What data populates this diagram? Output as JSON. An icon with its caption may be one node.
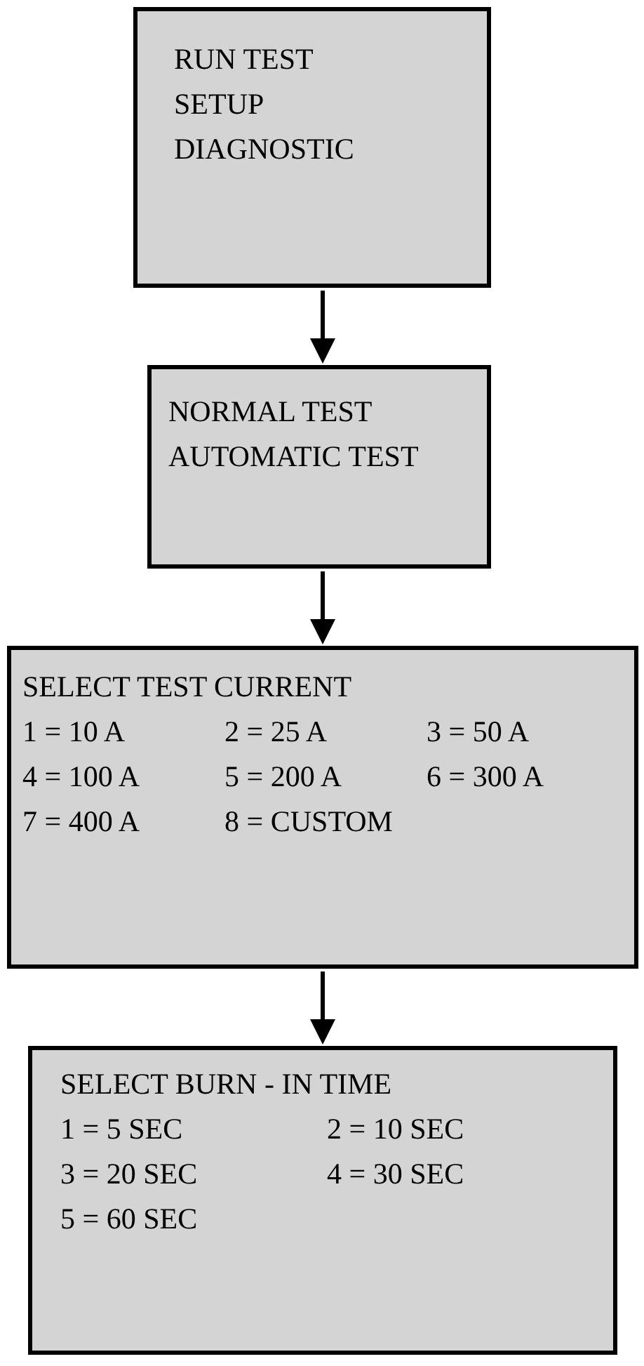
{
  "diagram": {
    "nodes": [
      {
        "text": [
          "RUN TEST",
          "SETUP",
          "DIAGNOSTIC"
        ]
      },
      {
        "text": [
          "NORMAL TEST",
          "AUTOMATIC TEST"
        ]
      },
      {
        "text": [
          "SELECT TEST CURRENT",
          "1 = 10 A",
          "2 = 25 A",
          "3 = 50 A",
          "4 = 100 A",
          "5 = 200 A",
          "6 = 300 A",
          "7 = 400 A",
          "8 = CUSTOM"
        ]
      },
      {
        "text": [
          "SELECT BURN - IN TIME",
          "1 = 5 SEC",
          "2 = 10 SEC",
          "3 = 20 SEC",
          "4 = 30 SEC",
          "5 = 60 SEC"
        ]
      }
    ],
    "edges": [
      {
        "from": 0,
        "to": 1,
        "arrow": "to"
      },
      {
        "from": 1,
        "to": 2,
        "arrow": "to"
      },
      {
        "from": 2,
        "to": 3,
        "arrow": "to"
      }
    ]
  }
}
